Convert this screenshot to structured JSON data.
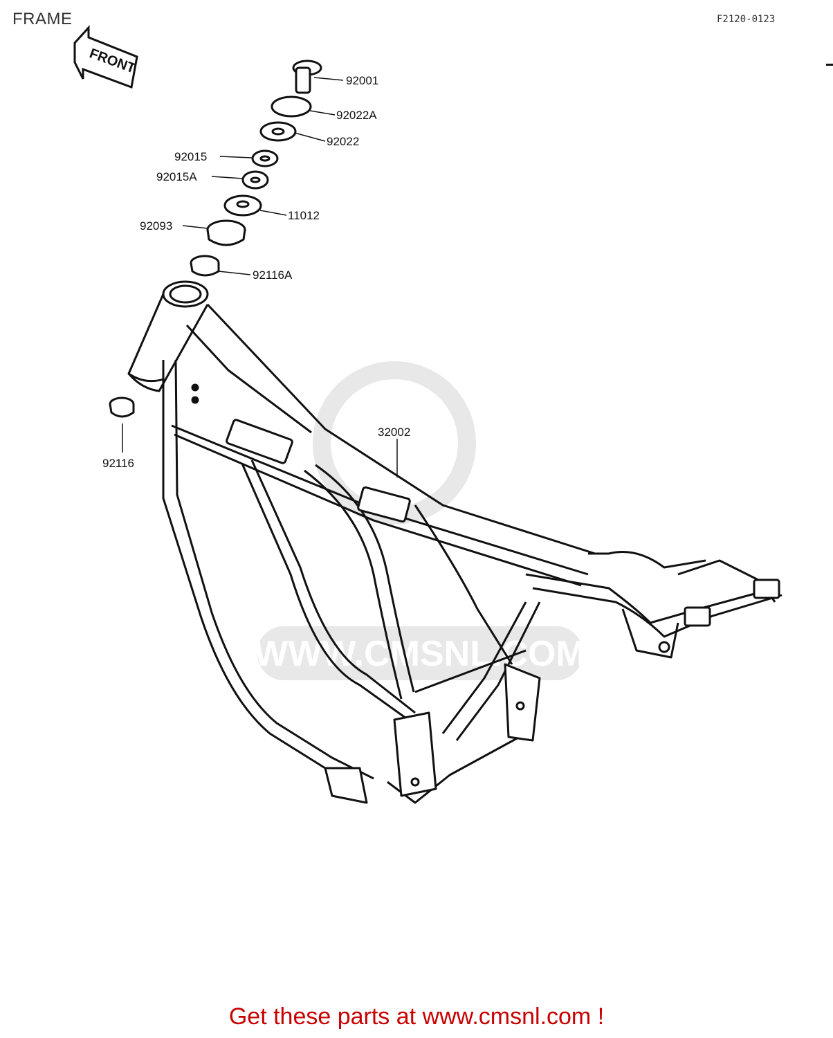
{
  "header": {
    "title": "FRAME",
    "ref_code": "F2120-0123"
  },
  "front_arrow": {
    "label": "FRONT"
  },
  "watermark": {
    "text": "WWW.CMSNL.COM"
  },
  "parts": [
    {
      "number": "92001"
    },
    {
      "number": "92022A"
    },
    {
      "number": "92022"
    },
    {
      "number": "92015"
    },
    {
      "number": "92015A"
    },
    {
      "number": "11012"
    },
    {
      "number": "92093"
    },
    {
      "number": "92116A"
    },
    {
      "number": "32002"
    },
    {
      "number": "92116"
    }
  ],
  "footer": {
    "text": "Get these parts at www.cmsnl.com !"
  }
}
